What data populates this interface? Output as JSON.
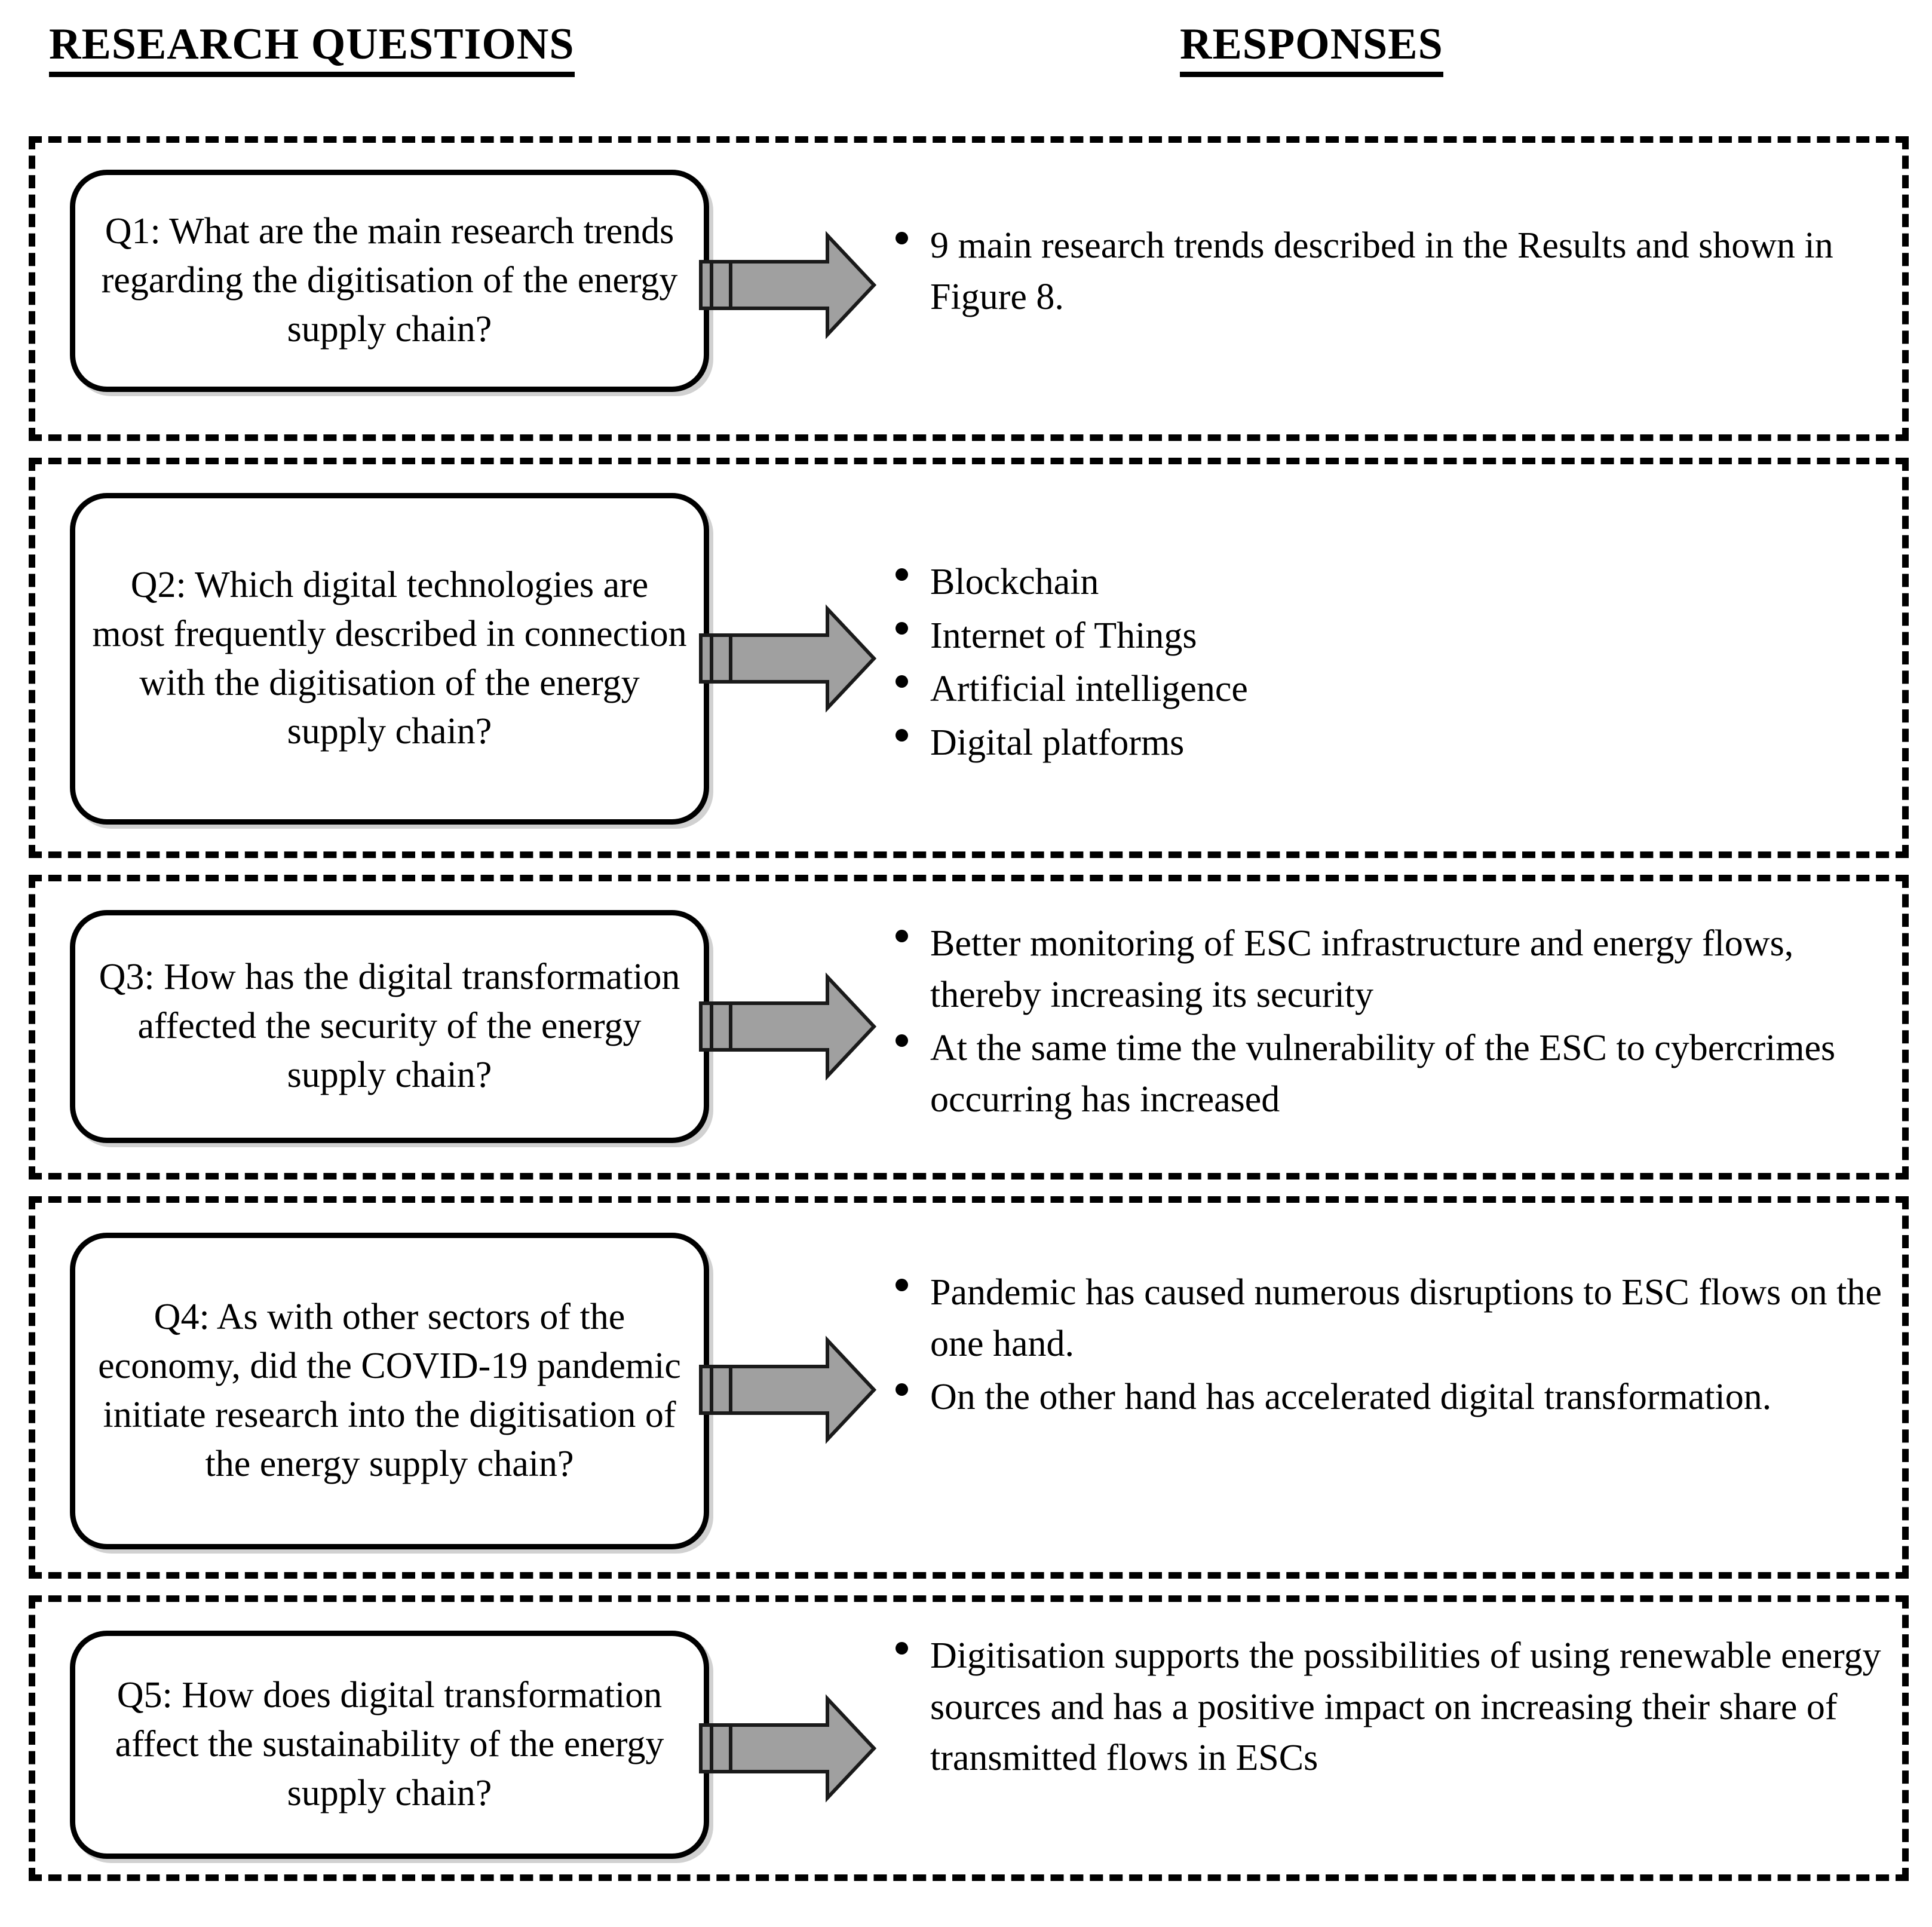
{
  "headers": {
    "left": "RESEARCH QUESTIONS",
    "right": "RESPONSES"
  },
  "colors": {
    "arrow_fill": "#a0a0a0",
    "arrow_stroke": "#1a1a1a",
    "border": "#000000",
    "background": "#ffffff"
  },
  "rows": [
    {
      "id": "q1",
      "question": "Q1: What are the main research trends regarding the digitisation of the energy supply chain?",
      "arrow_icon": "right-block-arrow-icon",
      "responses": [
        "9 main research trends described in the Results and shown in Figure 8."
      ]
    },
    {
      "id": "q2",
      "question": "Q2: Which digital technologies are most frequently described in connection with the digitisation of the energy supply chain?",
      "arrow_icon": "right-block-arrow-icon",
      "responses": [
        "Blockchain",
        "Internet of Things",
        "Artificial intelligence",
        "Digital platforms"
      ]
    },
    {
      "id": "q3",
      "question": "Q3: How has the digital transformation affected the security of the energy supply chain?",
      "arrow_icon": "right-block-arrow-icon",
      "responses": [
        "Better monitoring of ESC infrastructure and energy flows, thereby increasing its security",
        "At the same time the vulnerability of the ESC to cybercrimes occurring has increased"
      ]
    },
    {
      "id": "q4",
      "question": "Q4: As with other sectors of the economy, did the COVID-19 pandemic initiate research into the digitisation of the energy supply chain?",
      "arrow_icon": "right-block-arrow-icon",
      "responses": [
        "Pandemic has caused numerous disruptions to ESC flows on the one hand.",
        "On the other hand has accelerated digital transformation."
      ]
    },
    {
      "id": "q5",
      "question": "Q5: How does digital transformation affect the sustainability of the energy supply chain?",
      "arrow_icon": "right-block-arrow-icon",
      "responses": [
        "Digitisation supports the possibilities of using renewable energy sources and has a positive impact on increasing their share of transmitted flows in ESCs"
      ]
    }
  ]
}
